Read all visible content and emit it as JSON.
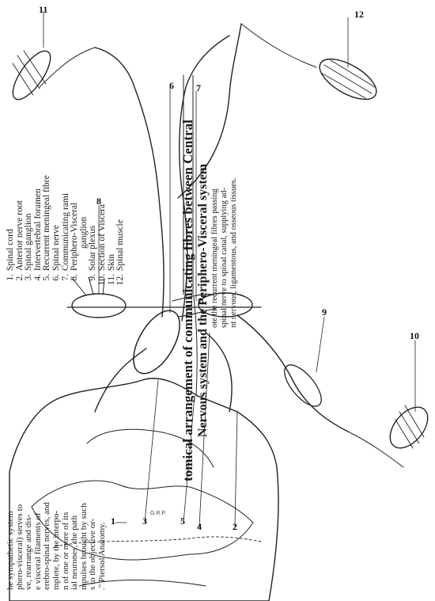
{
  "title": {
    "line1": "tomical arrangement of communicating fibres between Central",
    "line2": "Nervous system and the Periphero-Visceral system"
  },
  "note": [
    "ote the recurrent meningeal fibres passing",
    "spinal nerve to spinal canal, supplying ad-",
    "nt nervous, ligamentous, and osseous tissues."
  ],
  "legend": [
    {
      "num": "1.",
      "text": "Spinal cord"
    },
    {
      "num": "2.",
      "text": "Anterior nerve root"
    },
    {
      "num": "3.",
      "text": "Spinal ganglion"
    },
    {
      "num": "4.",
      "text": "Intervertebral foramen"
    },
    {
      "num": "5.",
      "text": "Recurrent meningeal fibre"
    },
    {
      "num": "6.",
      "text": "Spinal nerve"
    },
    {
      "num": "7.",
      "text": "Communicating rami"
    },
    {
      "num": "8.",
      "text": "Periphero-Visceral"
    },
    {
      "num": "",
      "text": "ganglion"
    },
    {
      "num": "9.",
      "text": "Solar plexus"
    },
    {
      "num": "10.",
      "text": "Section of Viscera"
    },
    {
      "num": "11.",
      "text": "Skin"
    },
    {
      "num": "12.",
      "text": "Spinal muscle"
    }
  ],
  "paragraph": [
    "he sympathetic system",
    "phero-visceral) serves to",
    "ve, rearrange and dis-",
    "e visceral filaments of",
    "erebro-spinal nerves, and",
    "mplete, by the interpo-",
    "n of one or more of its",
    "ial neurones, the path",
    "mpulses brought by such",
    "s to the objective or-",
    ".\" Piersol Anatomy."
  ],
  "callouts": {
    "c1": "1",
    "c2": "2",
    "c3": "3",
    "c4": "4",
    "c5": "5",
    "c6": "6",
    "c7": "7",
    "c8": "8",
    "c9": "9",
    "c10": "10",
    "c11": "11",
    "c12": "12"
  },
  "artist_mark": "G.R.P."
}
